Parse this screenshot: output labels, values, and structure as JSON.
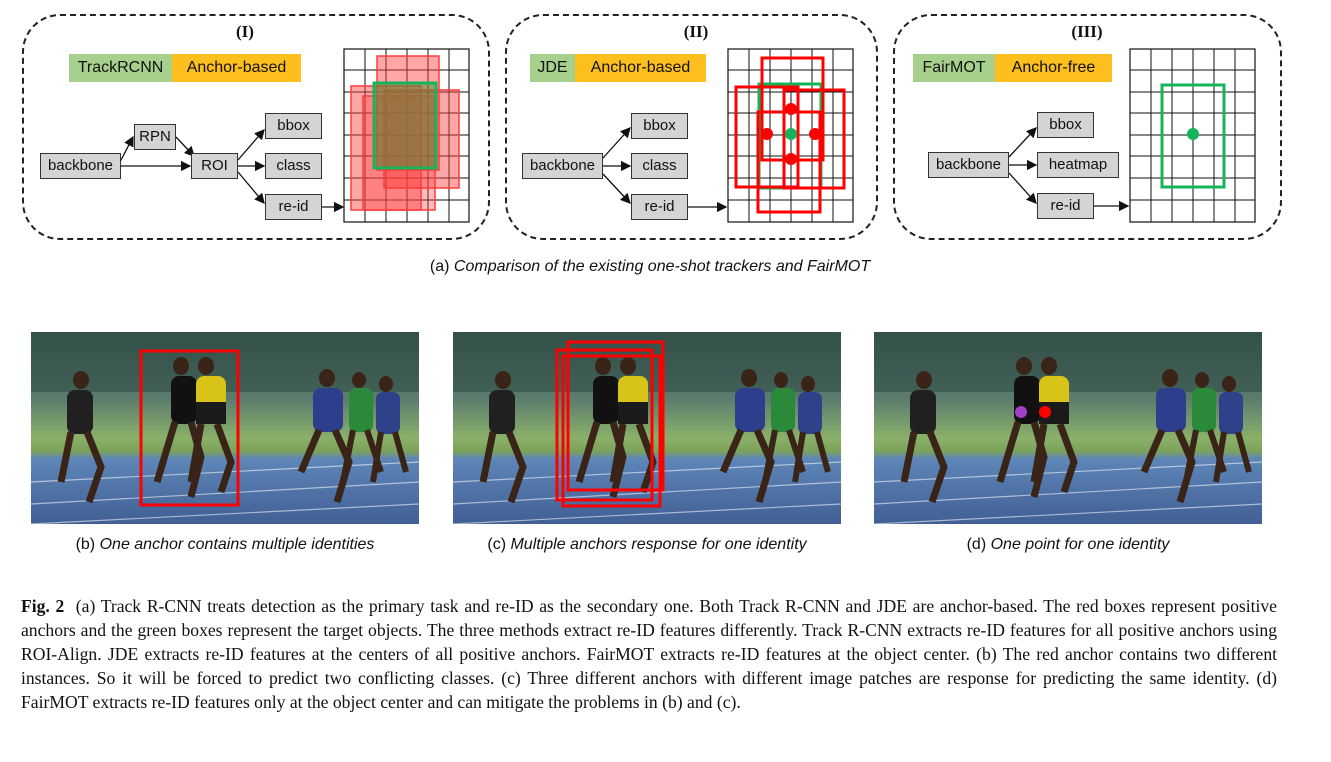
{
  "panels": [
    {
      "numeral": "(I)",
      "method": "TrackRCNN",
      "anchor_type": "Anchor-based",
      "nodes": {
        "backbone": "backbone",
        "rpn": "RPN",
        "roi": "ROI",
        "bbox": "bbox",
        "class": "class",
        "reid": "re-id"
      }
    },
    {
      "numeral": "(II)",
      "method": "JDE",
      "anchor_type": "Anchor-based",
      "nodes": {
        "backbone": "backbone",
        "bbox": "bbox",
        "class": "class",
        "reid": "re-id"
      }
    },
    {
      "numeral": "(III)",
      "method": "FairMOT",
      "anchor_type": "Anchor-free",
      "nodes": {
        "backbone": "backbone",
        "bbox": "bbox",
        "heatmap": "heatmap",
        "reid": "re-id"
      }
    }
  ],
  "captions": {
    "a_label": "(a)",
    "a_text": "Comparison of the existing one-shot trackers and FairMOT",
    "b_label": "(b)",
    "b_text": "One anchor contains multiple identities",
    "c_label": "(c)",
    "c_text": "Multiple anchors response for one identity",
    "d_label": "(d)",
    "d_text": "One point for one identity"
  },
  "figure": {
    "label": "Fig. 2",
    "text": "(a) Track R-CNN treats detection as the primary task and re-ID as the secondary one. Both Track R-CNN and JDE are anchor-based. The red boxes represent positive anchors and the green boxes represent the target objects. The three methods extract re-ID features differently. Track R-CNN extracts re-ID features for all positive anchors using ROI-Align. JDE extracts re-ID features at the centers of all positive anchors. FairMOT extracts re-ID features at the object center. (b) The red anchor contains two different instances. So it will be forced to predict two conflicting classes. (c) Three different anchors with different image patches are response for predicting the same identity. (d) FairMOT extracts re-ID features only at the object center and can mitigate the problems in (b) and (c)."
  },
  "colors": {
    "green_tag": "#a6d08c",
    "orange_tag": "#fcbf1e",
    "anchor_red": "#ff0000",
    "target_green": "#16b45a"
  }
}
